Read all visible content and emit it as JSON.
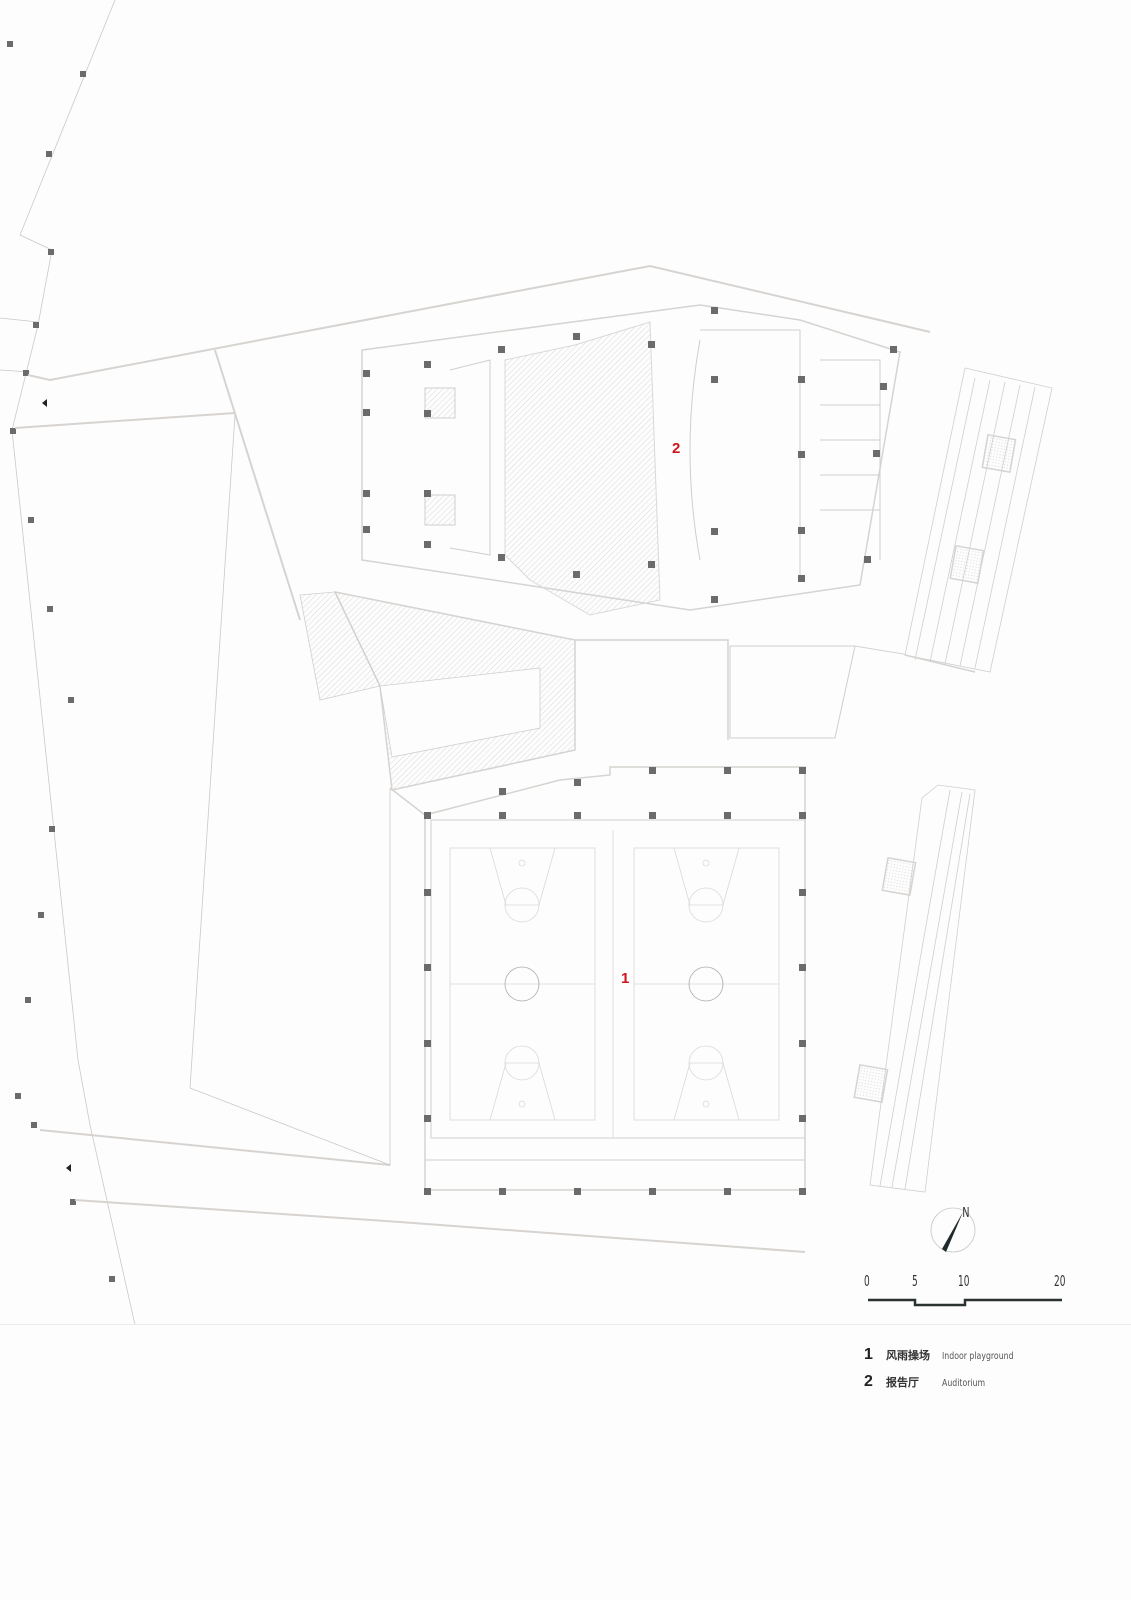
{
  "drawing": {
    "type": "architectural floor plan",
    "colors": {
      "line": "#c9c9c9",
      "wall": "#d6d3d0",
      "column": "#6b6b6b",
      "room_number": "#d0141b",
      "text": "#333333",
      "background": "#fdfdfd"
    }
  },
  "rooms": [
    {
      "number": "1",
      "name_cn": "风雨操场",
      "name_en": "Indoor playground"
    },
    {
      "number": "2",
      "name_cn": "报告厅",
      "name_en": "Auditorium"
    }
  ],
  "compass": {
    "label": "N"
  },
  "scale_bar": {
    "ticks": [
      "0",
      "5",
      "10",
      "20"
    ]
  },
  "legend": {
    "items": [
      {
        "number": "1",
        "cn": "风雨操场",
        "en": "Indoor  playground"
      },
      {
        "number": "2",
        "cn": "报告厅",
        "en": "Auditorium"
      }
    ]
  }
}
